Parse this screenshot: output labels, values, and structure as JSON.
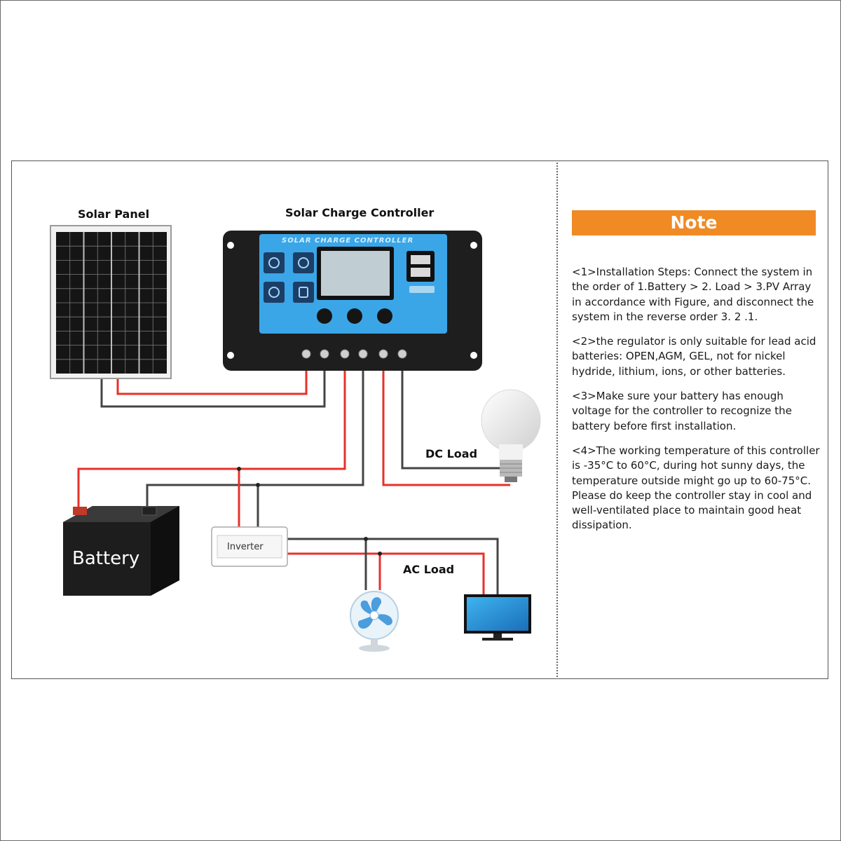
{
  "labels": {
    "solar_panel": "Solar Panel",
    "controller": "Solar Charge Controller",
    "dc_load": "DC Load",
    "ac_load": "AC Load",
    "battery": "Battery",
    "inverter": "Inverter",
    "controller_face": "SOLAR CHARGE CONTROLLER"
  },
  "note": {
    "title": "Note",
    "paragraphs": [
      "<1>Installation Steps: Connect the system in the order of 1.Battery > 2. Load > 3.PV Array in accordance with Figure, and disconnect the system in the reverse order 3. 2 .1.",
      "<2>the regulator is only suitable for lead acid batteries: OPEN,AGM, GEL, not for nickel hydride, lithium, ions, or other batteries.",
      "<3>Make sure your battery has enough voltage for the controller to recognize the battery before first installation.",
      "<4>The working temperature of this controller is -35°C to 60°C, during hot sunny days, the temperature outside might go up to 60-75°C. Please do keep the controller stay in cool and well-ventilated place to maintain good heat dissipation."
    ]
  },
  "colors": {
    "positive_wire": "#e8302a",
    "negative_wire": "#444444",
    "note_header": "#f08a24",
    "controller_face": "#3aa6e8"
  }
}
